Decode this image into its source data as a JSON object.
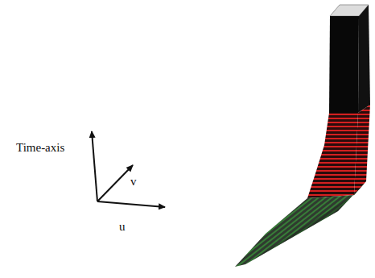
{
  "diagram": {
    "labels": [
      "Time-axis",
      "v",
      "u"
    ]
  }
}
